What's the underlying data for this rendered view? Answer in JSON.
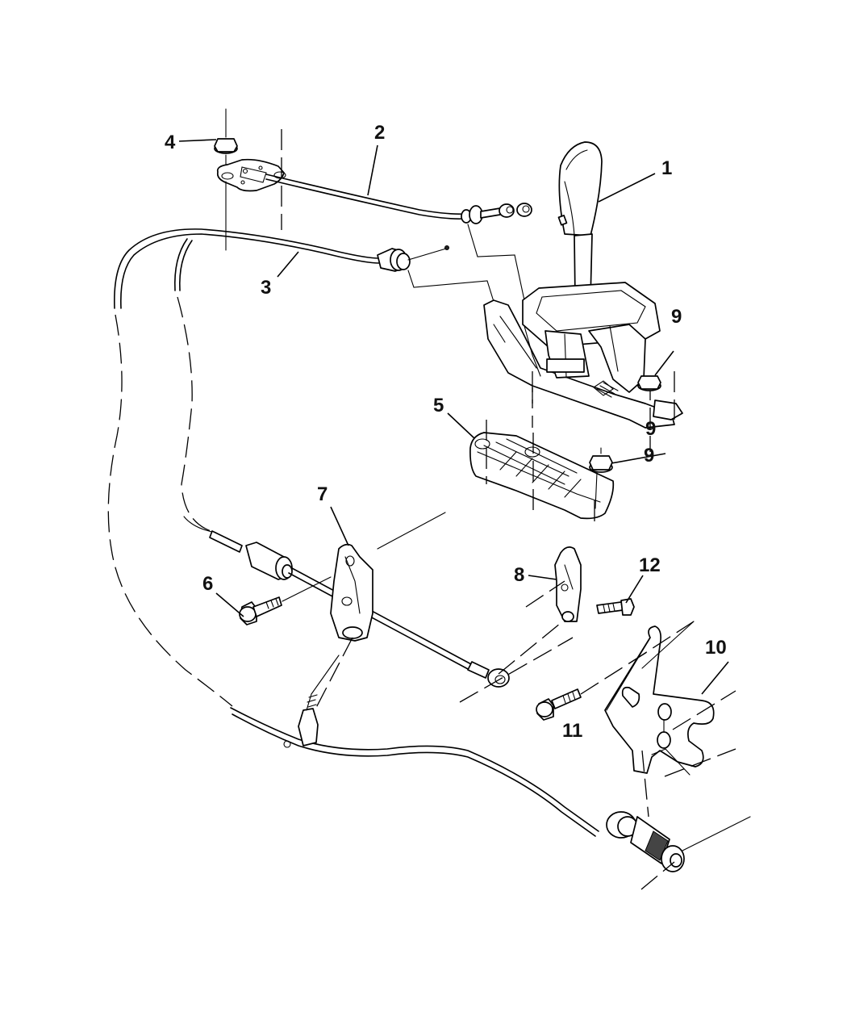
{
  "diagram": {
    "type": "exploded-parts-view",
    "subject": "gearshift-control-and-cables",
    "line_color": "#000000",
    "background": "#ffffff",
    "callouts": [
      {
        "id": "c1",
        "number": "1",
        "part": "shift-lever-knob-assembly"
      },
      {
        "id": "c2",
        "number": "2",
        "part": "shift-interlock-cable"
      },
      {
        "id": "c3",
        "number": "3",
        "part": "gearshift-cable"
      },
      {
        "id": "c4",
        "number": "4",
        "part": "nut"
      },
      {
        "id": "c5",
        "number": "5",
        "part": "shifter-base-plate"
      },
      {
        "id": "c6",
        "number": "6",
        "part": "bolt"
      },
      {
        "id": "c7",
        "number": "7",
        "part": "cable-bracket"
      },
      {
        "id": "c8",
        "number": "8",
        "part": "lever"
      },
      {
        "id": "c9a",
        "number": "9",
        "part": "nut"
      },
      {
        "id": "c9b",
        "number": "9",
        "part": "nut"
      },
      {
        "id": "c9c",
        "number": "9",
        "part": "nut"
      },
      {
        "id": "c10",
        "number": "10",
        "part": "transmission-bracket"
      },
      {
        "id": "c11",
        "number": "11",
        "part": "bolt"
      },
      {
        "id": "c12",
        "number": "12",
        "part": "bolt"
      }
    ]
  }
}
